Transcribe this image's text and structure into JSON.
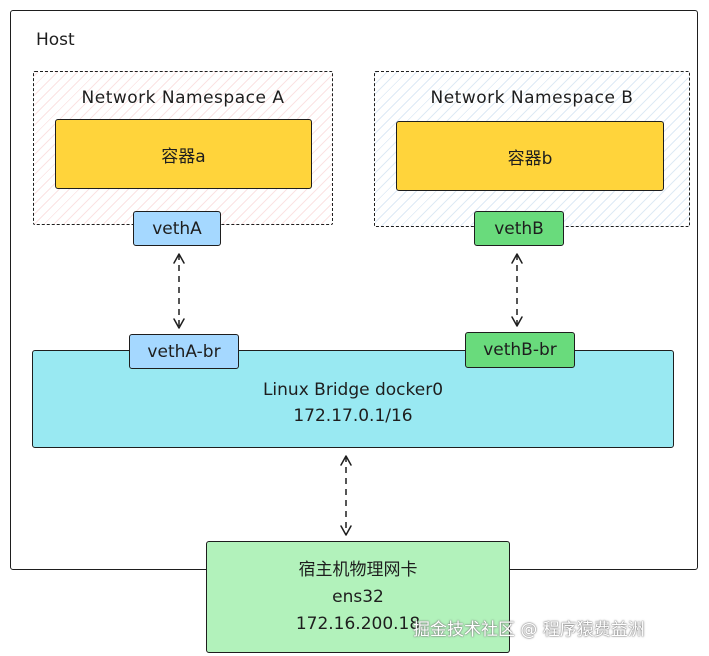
{
  "host": {
    "label": "Host"
  },
  "namespace_a": {
    "label": "Network Namespace A",
    "container": "容器a",
    "veth": "vethA"
  },
  "namespace_b": {
    "label": "Network Namespace B",
    "container": "容器b",
    "veth": "vethB"
  },
  "bridge": {
    "name": "Linux Bridge docker0",
    "subnet": "172.17.0.1/16",
    "port_a": "vethA-br",
    "port_b": "vethB-br"
  },
  "host_nic": {
    "title": "宿主机物理网卡",
    "interface": "ens32",
    "ip": "172.16.200.18"
  },
  "watermark": "掘金技术社区 @ 程序猿费益洲",
  "colors": {
    "container": "#ffd43b",
    "veth_a": "#a5d8ff",
    "veth_b": "#69db7c",
    "bridge": "#99e9f2",
    "nic": "#b2f2bb"
  }
}
